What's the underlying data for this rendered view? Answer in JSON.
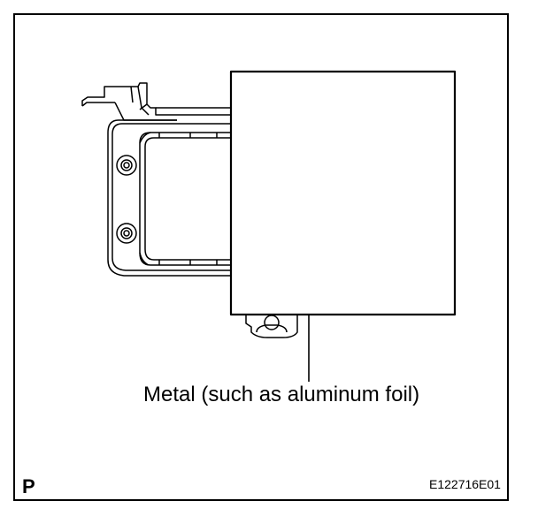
{
  "callout_label": "Metal (such as aluminum foil)",
  "corner_letter": "P",
  "figure_code": "E122716E01"
}
